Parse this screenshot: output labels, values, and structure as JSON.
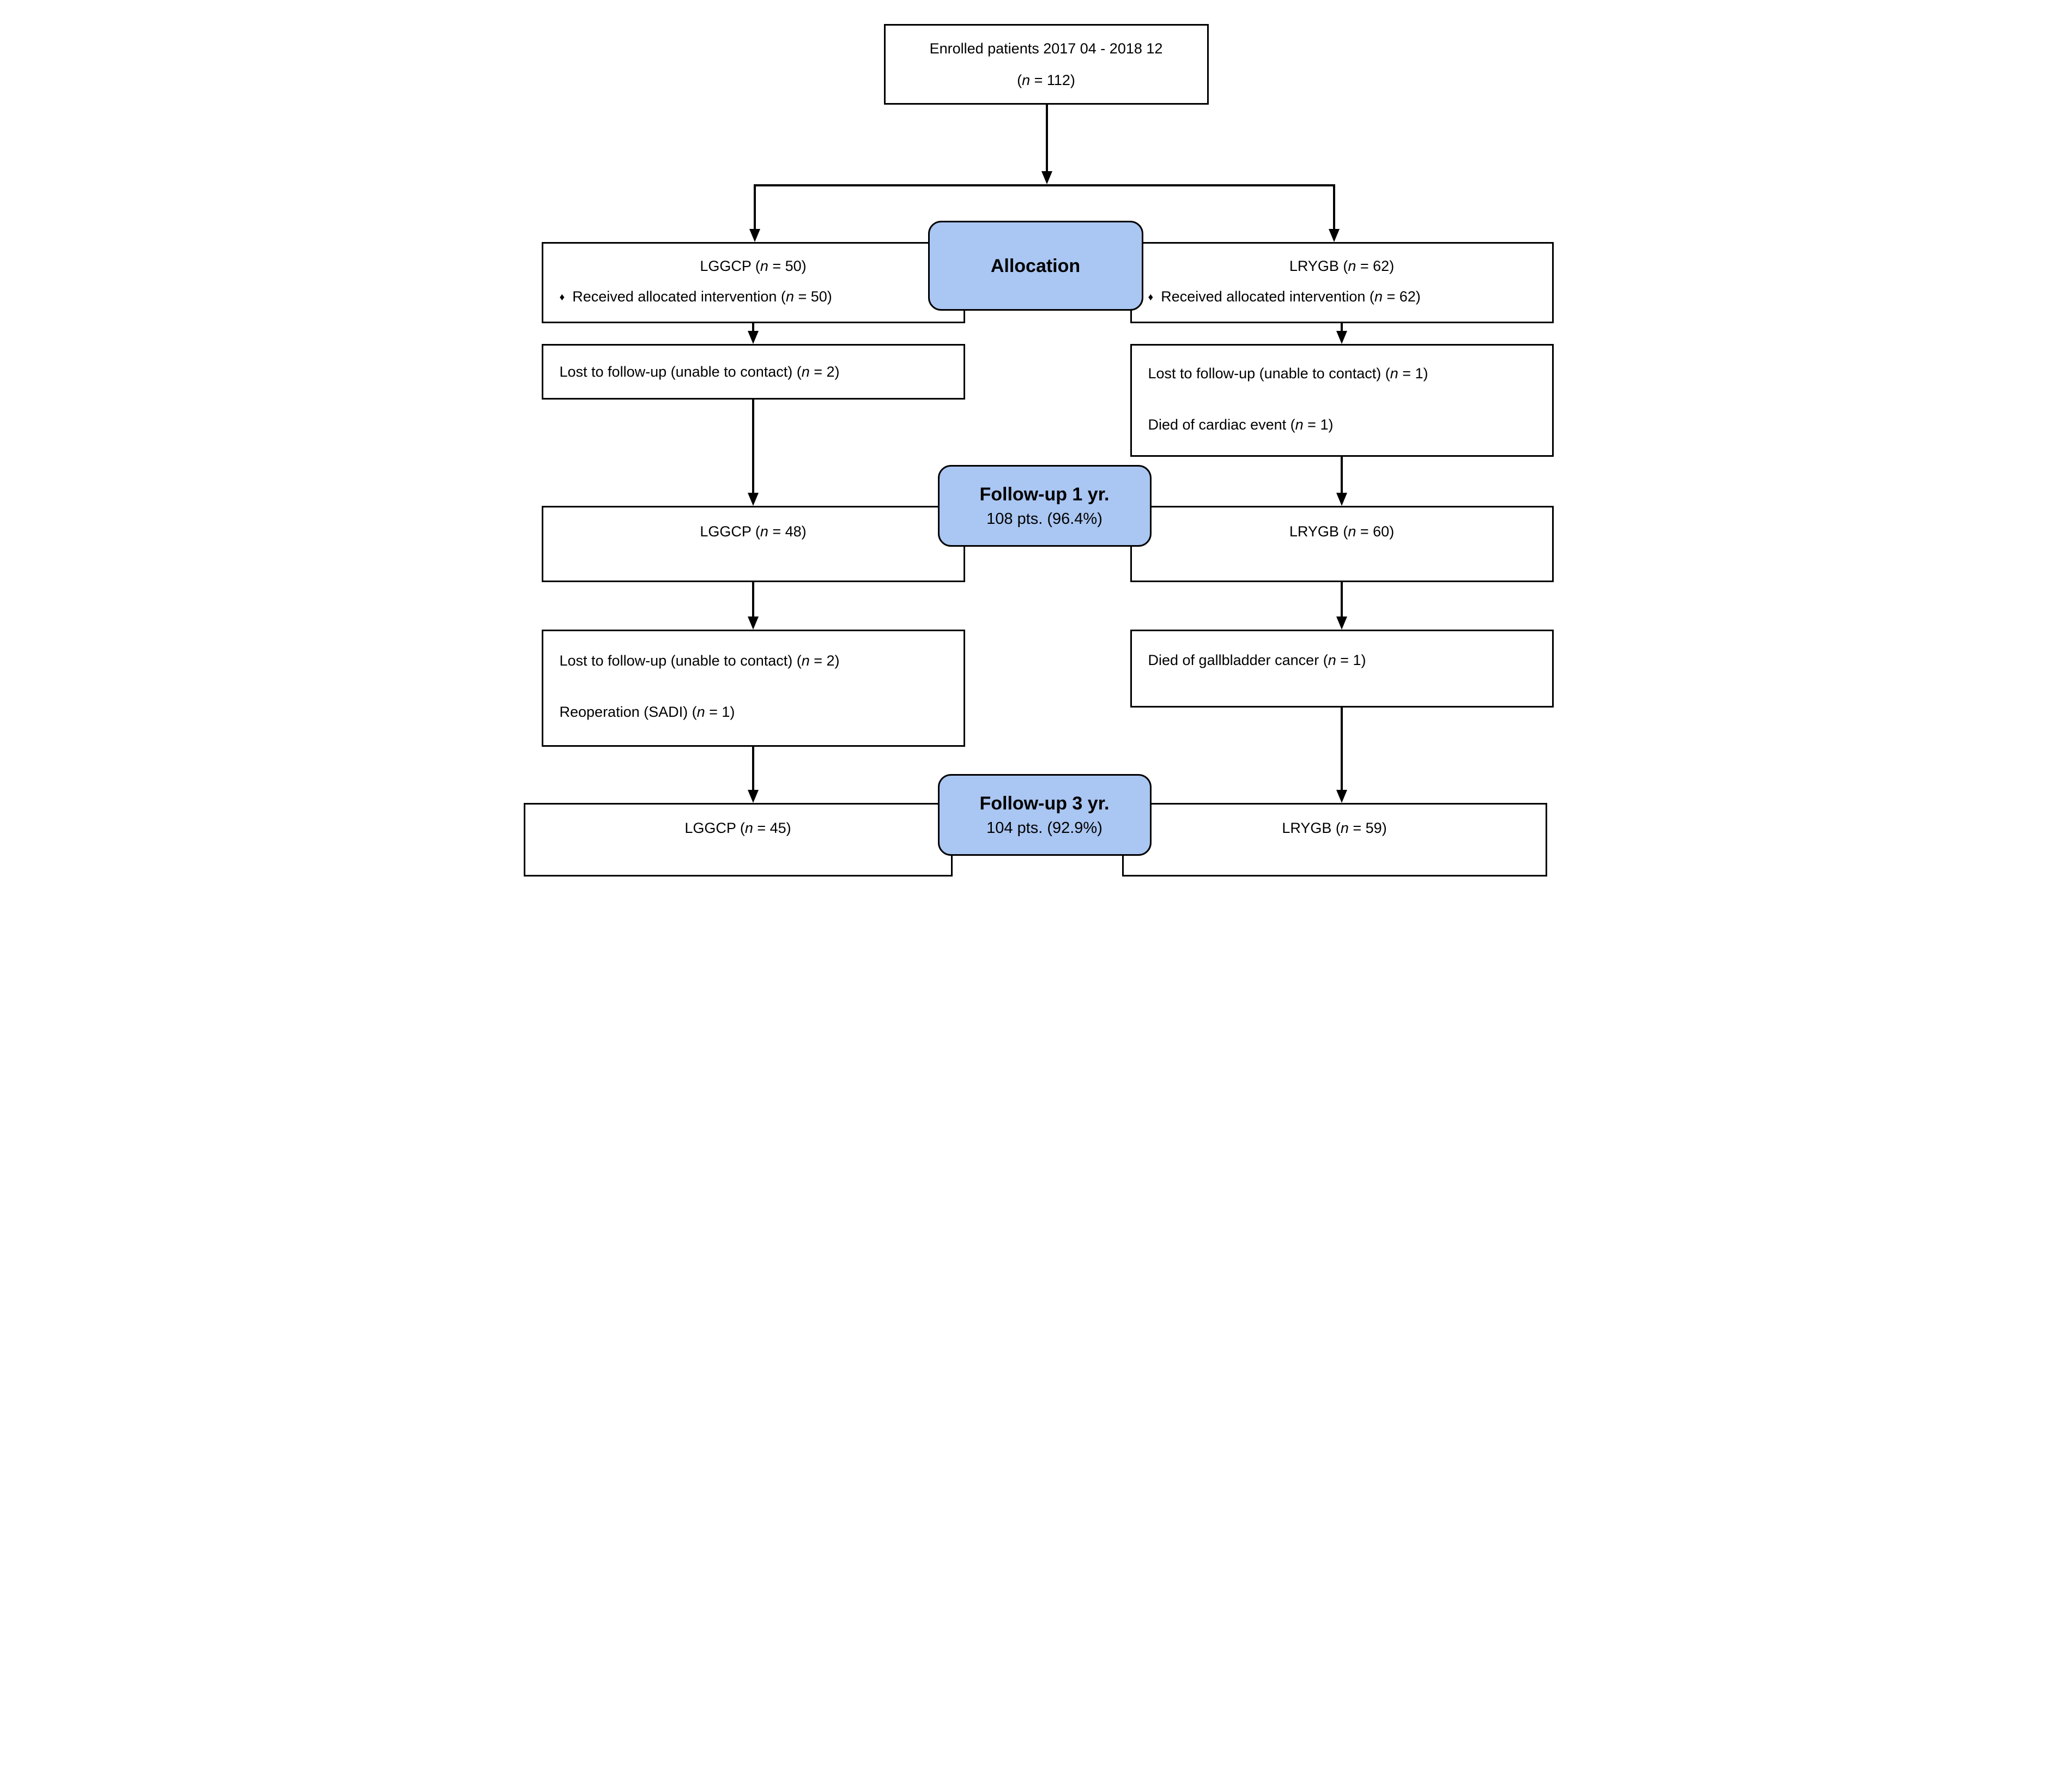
{
  "enrolled": {
    "line1": "Enrolled patients 2017 04 - 2018 12",
    "line2": "(*n* = 112)"
  },
  "stages": {
    "allocation": {
      "label": "Allocation"
    },
    "followup_1yr": {
      "label": "Follow-up 1 yr.",
      "detail": "108 pts. (96.4%)"
    },
    "followup_3yr": {
      "label": "Follow-up 3 yr.",
      "detail": "104 pts. (92.9%)"
    }
  },
  "left_arm": {
    "allocation_box": {
      "title": "LGGCP (*n* = 50)",
      "bullet_icon": "♦",
      "bullet_text": "Received allocated intervention (*n* = 50)"
    },
    "attrition_1": {
      "lines": [
        "Lost to follow-up (unable to contact) (*n* = 2)"
      ]
    },
    "followup_1yr_box": {
      "title": "LGGCP (*n* = 48)"
    },
    "attrition_2": {
      "lines": [
        "Lost to follow-up (unable to contact) (*n* = 2)",
        "Reoperation (SADI) (*n* = 1)"
      ]
    },
    "followup_3yr_box": {
      "title": "LGGCP (*n* = 45)"
    }
  },
  "right_arm": {
    "allocation_box": {
      "title": "LRYGB (*n* = 62)",
      "bullet_icon": "♦",
      "bullet_text": "Received allocated intervention (*n* = 62)"
    },
    "attrition_1": {
      "lines": [
        "Lost to follow-up (unable to contact) (*n* = 1)",
        "Died of cardiac event (*n* = 1)"
      ]
    },
    "followup_1yr_box": {
      "title": "LRYGB (*n* = 60)"
    },
    "attrition_2": {
      "lines": [
        "Died of gallbladder cancer (*n* = 1)"
      ]
    },
    "followup_3yr_box": {
      "title": "LRYGB (*n* = 59)"
    }
  },
  "colors": {
    "stage_fill": "#aac6f2",
    "line_color": "#000000",
    "background": "#ffffff"
  }
}
